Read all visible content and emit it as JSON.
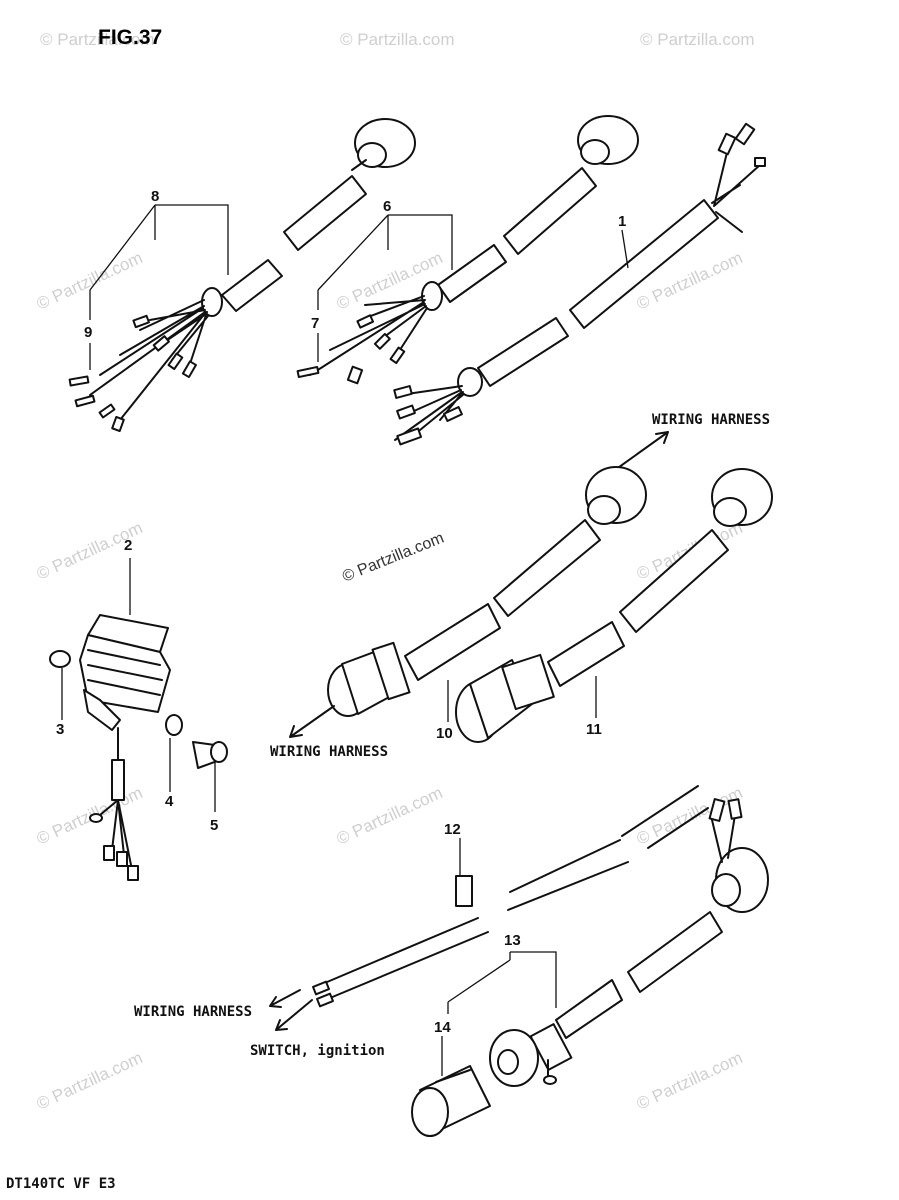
{
  "figure": {
    "title": "FIG.37",
    "code": "DT140TC VF E3",
    "watermark": "© Partzilla.com"
  },
  "callouts": [
    {
      "id": "1",
      "text": "1"
    },
    {
      "id": "2",
      "text": "2"
    },
    {
      "id": "3",
      "text": "3"
    },
    {
      "id": "4",
      "text": "4"
    },
    {
      "id": "5",
      "text": "5"
    },
    {
      "id": "6",
      "text": "6"
    },
    {
      "id": "7",
      "text": "7"
    },
    {
      "id": "8",
      "text": "8"
    },
    {
      "id": "9",
      "text": "9"
    },
    {
      "id": "10",
      "text": "10"
    },
    {
      "id": "11",
      "text": "11"
    },
    {
      "id": "12",
      "text": "12"
    },
    {
      "id": "13",
      "text": "13"
    },
    {
      "id": "14",
      "text": "14"
    }
  ],
  "annotations": {
    "wiring_harness": "WIRING HARNESS",
    "switch_ignition": "SWITCH, ignition"
  }
}
